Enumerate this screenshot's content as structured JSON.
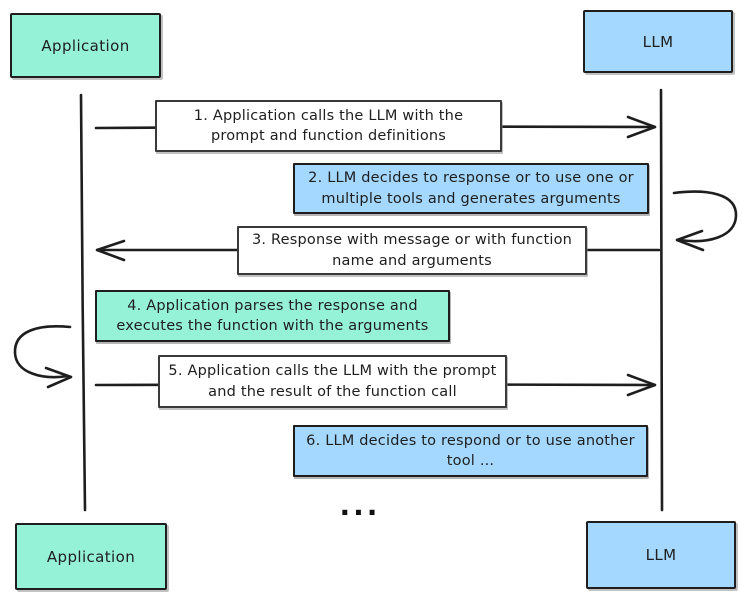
{
  "diagram": {
    "title_semantic": "LLM function-calling sequence diagram",
    "actors": {
      "top_left": "Application",
      "top_right": "LLM",
      "bottom_left": "Application",
      "bottom_right": "LLM"
    },
    "messages": [
      {
        "id": 1,
        "text": "1. Application calls the LLM with the prompt and function definitions",
        "style": "white",
        "arrow": "application-to-llm"
      },
      {
        "id": 2,
        "text": "2. LLM decides to response or to use one or multiple tools and generates arguments",
        "style": "blue",
        "arrow": "llm-self-loop"
      },
      {
        "id": 3,
        "text": "3. Response with message or with function name and arguments",
        "style": "white",
        "arrow": "llm-to-application"
      },
      {
        "id": 4,
        "text": "4. Application parses the response and executes the function with the arguments",
        "style": "green",
        "arrow": "application-self-loop"
      },
      {
        "id": 5,
        "text": "5. Application calls the LLM with the prompt and the result of the function call",
        "style": "white",
        "arrow": "application-to-llm"
      },
      {
        "id": 6,
        "text": "6. LLM decides to respond or to use another tool ...",
        "style": "blue",
        "arrow": "none"
      }
    ],
    "ellipsis": "...",
    "colors": {
      "application_fill": "#96f2d7",
      "llm_fill": "#a5d8ff",
      "stroke": "#1e1e1e",
      "note_white": "#ffffff"
    }
  }
}
